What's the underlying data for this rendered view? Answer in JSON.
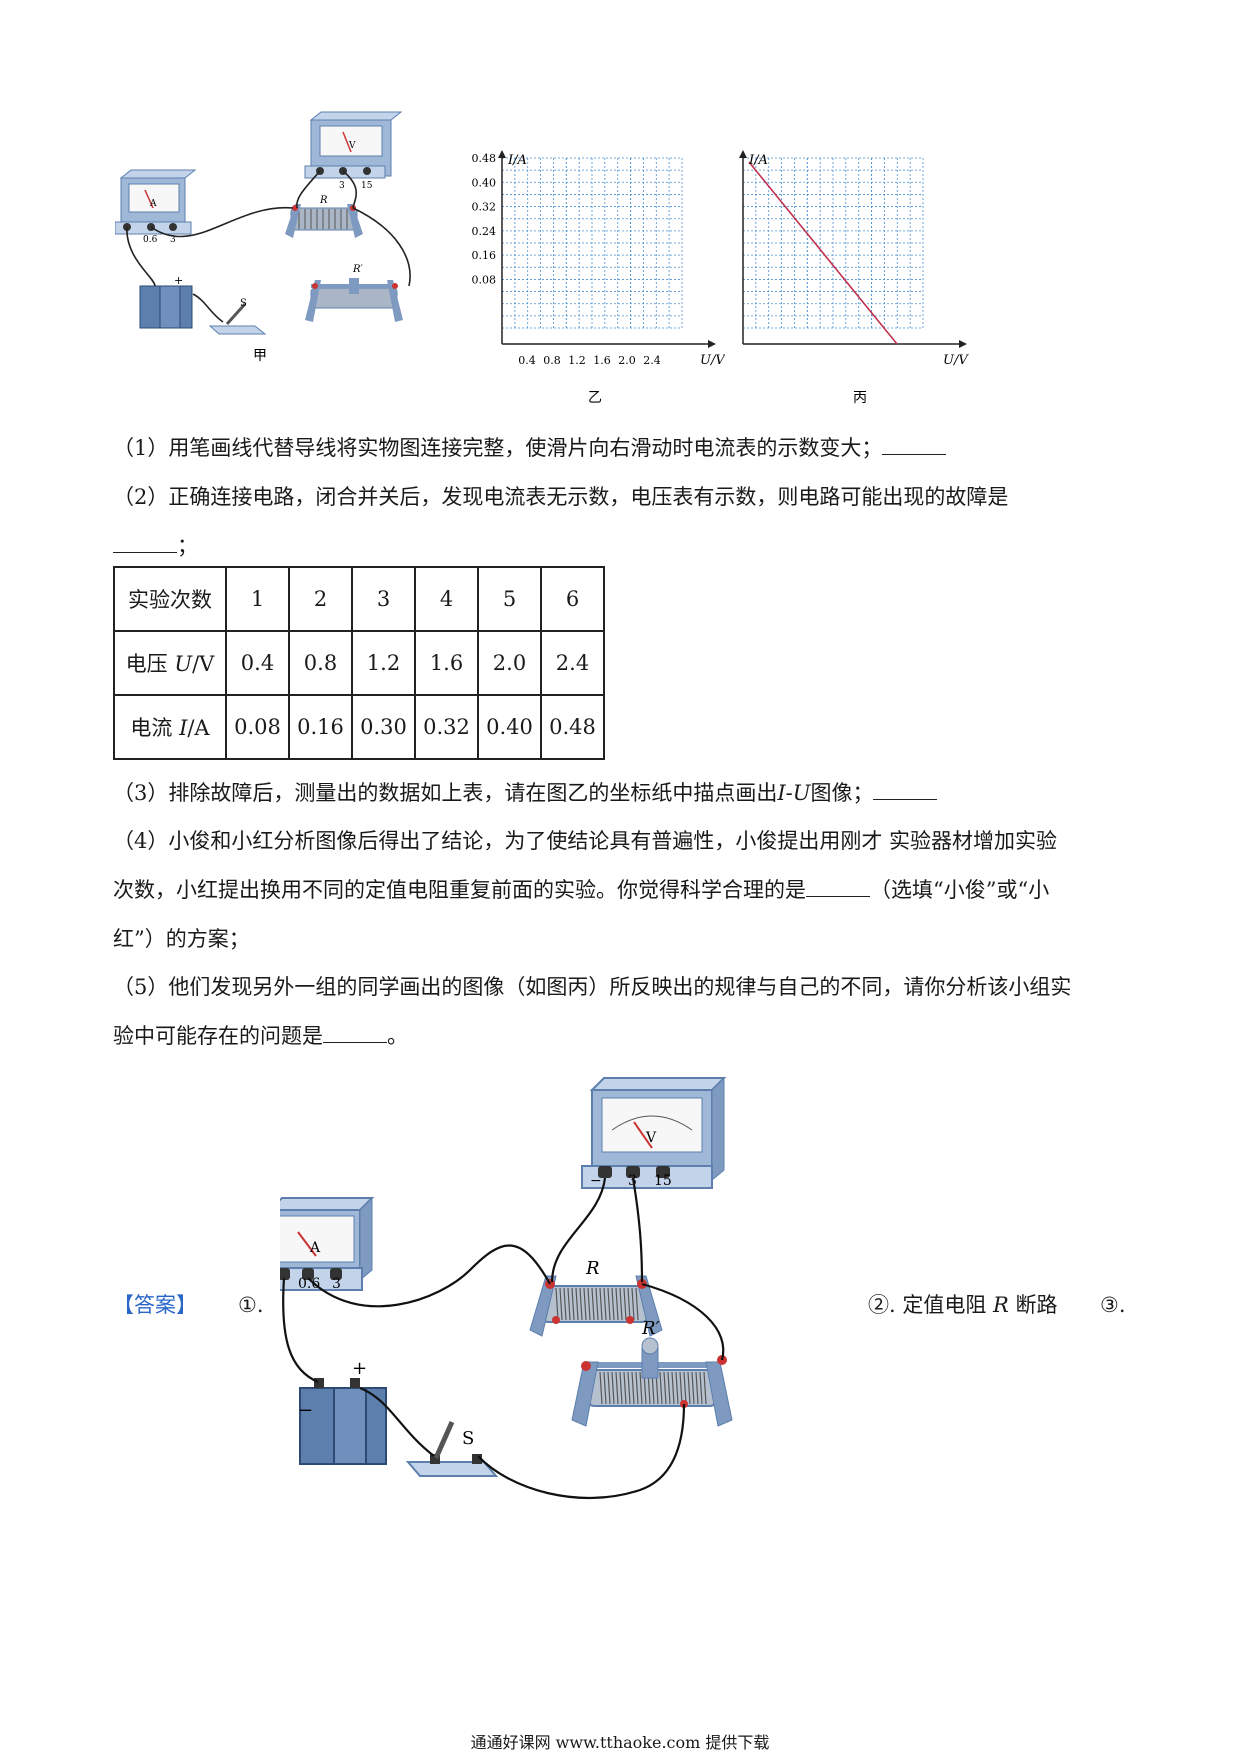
{
  "figures": {
    "jia": {
      "caption": "甲",
      "r_label": "R",
      "rp_label": "R′",
      "s_label": "S",
      "v_label": "V",
      "a_label": "A",
      "plus": "+",
      "minus": "−",
      "v_terms": [
        "3",
        "15"
      ],
      "a_terms": [
        "0.6",
        "3"
      ]
    },
    "yi": {
      "caption": "乙",
      "ylabel": "I/A",
      "xlabel": "U/V",
      "yticks": [
        "0.48",
        "0.40",
        "0.32",
        "0.24",
        "0.16",
        "0.08"
      ],
      "xticks": [
        "0.4",
        "0.8",
        "1.2",
        "1.6",
        "2.0",
        "2.4"
      ]
    },
    "bing": {
      "caption": "丙",
      "ylabel": "I/A",
      "xlabel": "U/V"
    }
  },
  "questions": {
    "q1": "（1）用笔画线代替导线将实物图连接完整，使滑片向右滑动时电流表的示数变大；",
    "q2": "（2）正确连接电路，闭合并关后，发现电流表无示数，电压表有示数，则电路可能出现的故障是",
    "q2_end": "；",
    "q3": "（3）排除故障后，测量出的数据如上表，请在图乙的坐标纸中描点画出",
    "q3_iu": "I-U",
    "q3_end": "图像；",
    "q4_a": "（4）小俊和小红分析图像后得出了结论，为了使结论具有普遍性，小俊提出用刚才   实验器材增加实验",
    "q4_b": "次数，小红提出换用不同的定值电阻重复前面的实验。你觉得科学合理的是",
    "q4_b_end": "（选填“小俊”或“小",
    "q4_c": "红”）的方案；",
    "q5_a": "（5）他们发现另外一组的同学画出的图像（如图丙）所反映出的规律与自己的不同，请你分析该小组实",
    "q5_b": "验中可能存在的问题是",
    "q5_end": "。"
  },
  "table": {
    "header": "实验次数",
    "trials": [
      "1",
      "2",
      "3",
      "4",
      "5",
      "6"
    ],
    "voltage_label_a": "电压 ",
    "voltage_label_b": "U",
    "voltage_label_c": "/V",
    "current_label_a": "电流 ",
    "current_label_b": "I",
    "current_label_c": "/A",
    "voltage": [
      "0.4",
      "0.8",
      "1.2",
      "1.6",
      "2.0",
      "2.4"
    ],
    "current": [
      "0.08",
      "0.16",
      "0.30",
      "0.32",
      "0.40",
      "0.48"
    ]
  },
  "answer": {
    "tag": "【答案】",
    "item1": "①.",
    "item2_a": "②. 定值电阻 ",
    "item2_r": "R",
    "item2_b": " 断路",
    "item3": "③."
  },
  "footer": "通通好课网  www.tthaoke.com  提供下载",
  "colors": {
    "device_blue": "#9fb8d8",
    "device_dark": "#5c7fae",
    "grid_blue": "#4a8fd0",
    "line_red": "#c0304e",
    "answer_blue": "#2a66c8"
  }
}
